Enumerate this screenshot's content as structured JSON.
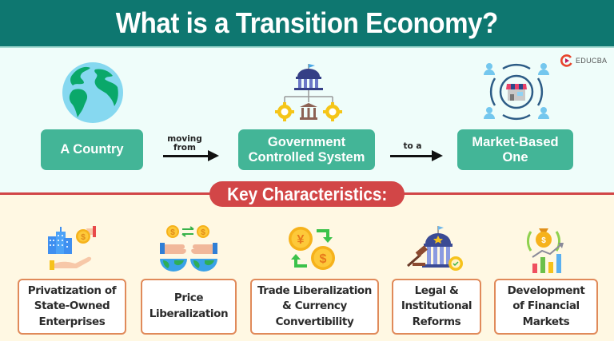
{
  "header": {
    "title": "What is a Transition Economy?"
  },
  "brand": {
    "logo_text": "EDUCBA",
    "logo_icon": "educba-logo-icon"
  },
  "flow": {
    "steps": [
      {
        "label": "A Country",
        "icon": "globe-icon"
      },
      {
        "label": "Government Controlled System",
        "label_line1": "Government",
        "label_line2": "Controlled System",
        "icon": "government-hierarchy-icon"
      },
      {
        "label": "Market-Based One",
        "label_line1": "Market-Based",
        "label_line2": "One",
        "icon": "market-shop-icon"
      }
    ],
    "connectors": [
      {
        "label_line1": "moving",
        "label_line2": "from"
      },
      {
        "label_line1": "to a"
      }
    ]
  },
  "key_section": {
    "title": "Key Characteristics:"
  },
  "characteristics": [
    {
      "lines": [
        "Privatization of",
        "State-Owned",
        "Enterprises"
      ],
      "icon": "privatization-icon"
    },
    {
      "lines": [
        "Price",
        "Liberalization"
      ],
      "icon": "price-exchange-icon"
    },
    {
      "lines": [
        "Trade Liberalization",
        "& Currency",
        "Convertibility"
      ],
      "icon": "currency-exchange-icon"
    },
    {
      "lines": [
        "Legal &",
        "Institutional",
        "Reforms"
      ],
      "icon": "legal-institution-icon"
    },
    {
      "lines": [
        "Development",
        "of Financial",
        "Markets"
      ],
      "icon": "financial-growth-icon"
    }
  ],
  "colors": {
    "header_bg": "#0e7770",
    "flow_box": "#43b597",
    "accent_red": "#d24647",
    "char_border": "#e08a5a",
    "top_bg": "#effdfa",
    "bottom_bg": "#fff8e3"
  }
}
